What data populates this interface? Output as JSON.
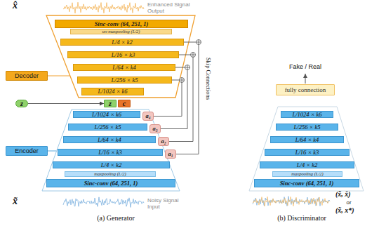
{
  "diagram": {
    "nodes": [
      {
        "text": [
          "Sinc-conv (64, 251, 1)"
        ]
      },
      {
        "text": [
          "un-maxpooling (L/2)"
        ]
      },
      {
        "text": [
          "L/4 × k2"
        ]
      },
      {
        "text": [
          "L/16 × k3"
        ]
      },
      {
        "text": [
          "L/64 × k4"
        ]
      },
      {
        "text": [
          "L/256 × k5"
        ]
      },
      {
        "text": [
          "L/1024 × k6"
        ]
      },
      {
        "text": [
          "Decoder"
        ]
      },
      {
        "text": [
          "z"
        ]
      },
      {
        "text": [
          "z"
        ]
      },
      {
        "text": [
          "c"
        ]
      },
      {
        "text": [
          "a₄"
        ]
      },
      {
        "text": [
          "a₃"
        ]
      },
      {
        "text": [
          "a₂"
        ]
      },
      {
        "text": [
          "a₁"
        ]
      },
      {
        "text": [
          "L/1024 × k6"
        ]
      },
      {
        "text": [
          "L/256 × k5"
        ]
      },
      {
        "text": [
          "L/64 × k4"
        ]
      },
      {
        "text": [
          "L/16 × k3"
        ]
      },
      {
        "text": [
          "L/4 × k2"
        ]
      },
      {
        "text": [
          "maxpooling (L/2)"
        ]
      },
      {
        "text": [
          "Sinc-conv (64, 251, 1)"
        ]
      },
      {
        "text": [
          "Encoder"
        ]
      },
      {
        "text": [
          "fully connection"
        ]
      },
      {
        "text": [
          "L/1024 × k6"
        ]
      },
      {
        "text": [
          "L/256 × k5"
        ]
      },
      {
        "text": [
          "L/64 × k4"
        ]
      },
      {
        "text": [
          "L/16 × k3"
        ]
      },
      {
        "text": [
          "L/4 × k2"
        ]
      },
      {
        "text": [
          "maxpooling (L/2)"
        ]
      },
      {
        "text": [
          "Sinc-conv (64, 251, 1)"
        ]
      }
    ],
    "edges": [
      {
        "from": 8,
        "to": 9,
        "arrow": "to"
      },
      {
        "from": 14,
        "to": 2,
        "arrow": "none"
      },
      {
        "from": 13,
        "to": 3,
        "arrow": "none"
      },
      {
        "from": 12,
        "to": 4,
        "arrow": "none"
      },
      {
        "from": 11,
        "to": 5,
        "arrow": "none"
      }
    ],
    "labels": [
      "x̂",
      "Enhanced Signal Output",
      "Skip Connections",
      "x̃",
      "Noisy Signal Input",
      "(a) Generator",
      "Fake / Real",
      "(x̃, x̂)",
      "or",
      "(x̃, x*)",
      "(b) Discriminator"
    ]
  }
}
